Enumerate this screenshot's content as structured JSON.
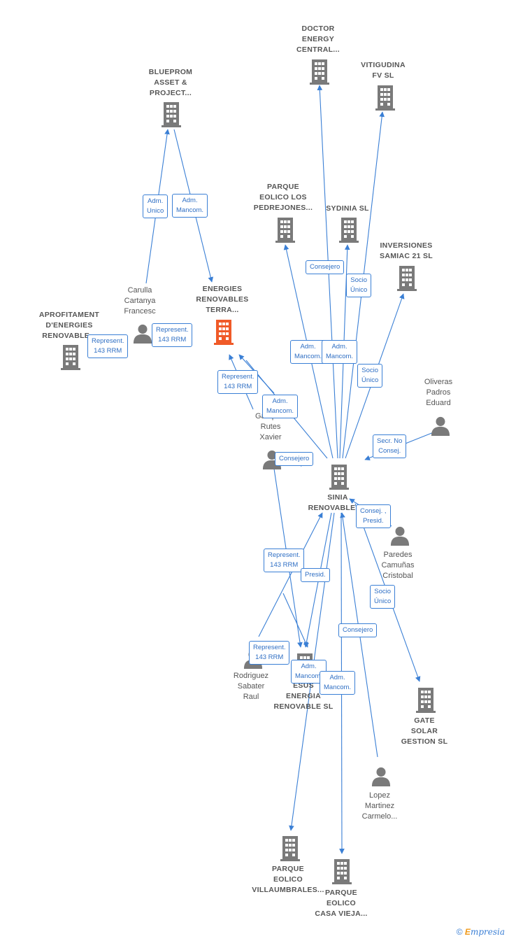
{
  "nodes": [
    {
      "id": "blueprom",
      "kind": "company",
      "label": "BLUEPROM\nASSET &\nPROJECT..."
    },
    {
      "id": "doctor",
      "kind": "company",
      "label": "DOCTOR\nENERGY\nCENTRAL..."
    },
    {
      "id": "vitigudina",
      "kind": "company",
      "label": "VITIGUDINA\nFV SL"
    },
    {
      "id": "pedrejones",
      "kind": "company",
      "label": "PARQUE\nEOLICO LOS\nPEDREJONES..."
    },
    {
      "id": "sydinia",
      "kind": "company",
      "label": "SYDINIA  SL"
    },
    {
      "id": "samiac",
      "kind": "company",
      "label": "INVERSIONES\nSAMIAC 21  SL"
    },
    {
      "id": "energies",
      "kind": "focus",
      "label": "ENERGIES\nRENOVABLES\nTERRA..."
    },
    {
      "id": "aprofitament",
      "kind": "company",
      "label": "APROFITAMENT\nD'ENERGIES\nRENOVABLE..."
    },
    {
      "id": "carulla",
      "kind": "person",
      "label": "Carulla\nCartanya\nFrancesc"
    },
    {
      "id": "gasquez",
      "kind": "person",
      "label": "Gasquez\nRutes\nXavier"
    },
    {
      "id": "oliveras",
      "kind": "person",
      "label": "Oliveras\nPadros\nEduard"
    },
    {
      "id": "sinia",
      "kind": "company",
      "label": "SINIA\nRENOVABLES..."
    },
    {
      "id": "paredes",
      "kind": "person",
      "label": "Paredes\nCamuñas\nCristobal"
    },
    {
      "id": "rodriguez",
      "kind": "person",
      "label": "Rodriguez\nSabater\nRaul"
    },
    {
      "id": "esus",
      "kind": "company",
      "label": "ESUS\nENERGIA\nRENOVABLE SL"
    },
    {
      "id": "gate",
      "kind": "company",
      "label": "GATE\nSOLAR\nGESTION SL"
    },
    {
      "id": "lopez",
      "kind": "person",
      "label": "Lopez\nMartinez\nCarmelo..."
    },
    {
      "id": "villaumbrales",
      "kind": "company",
      "label": "PARQUE\nEOLICO\nVILLAUMBRALES..."
    },
    {
      "id": "casavieja",
      "kind": "company",
      "label": "PARQUE\nEOLICO\nCASA VIEJA..."
    }
  ],
  "relations": [
    {
      "id": "r1",
      "label": "Adm.\nUnico"
    },
    {
      "id": "r2",
      "label": "Adm.\nMancom."
    },
    {
      "id": "r3",
      "label": "Represent.\n143 RRM"
    },
    {
      "id": "r4",
      "label": "Represent.\n143 RRM"
    },
    {
      "id": "r5",
      "label": "Represent.\n143 RRM"
    },
    {
      "id": "r6",
      "label": "Adm.\nMancom."
    },
    {
      "id": "r7",
      "label": "Consejero"
    },
    {
      "id": "r8",
      "label": "Socio\nÚnico"
    },
    {
      "id": "r9",
      "label": "Adm.\nMancom."
    },
    {
      "id": "r10",
      "label": "Adm.\nMancom."
    },
    {
      "id": "r11",
      "label": "Socio\nÚnico"
    },
    {
      "id": "r12",
      "label": "Secr.  No\nConsej."
    },
    {
      "id": "r13",
      "label": "Consejero"
    },
    {
      "id": "r14",
      "label": "Consej. ,\nPresid."
    },
    {
      "id": "r15",
      "label": "Represent.\n143 RRM"
    },
    {
      "id": "r16",
      "label": "Presid."
    },
    {
      "id": "r17",
      "label": "Socio\nÚnico"
    },
    {
      "id": "r18",
      "label": "Consejero"
    },
    {
      "id": "r19",
      "label": "Represent.\n143 RRM"
    },
    {
      "id": "r20",
      "label": "Adm.\nMancom."
    },
    {
      "id": "r21",
      "label": "Adm.\nMancom."
    }
  ],
  "colors": {
    "edge": "#3a7fd5",
    "node": "#7a7a7a",
    "focus": "#f05a28"
  },
  "footer": {
    "copyright": "©",
    "brand_initial": "E",
    "brand_rest": "mpresia"
  }
}
